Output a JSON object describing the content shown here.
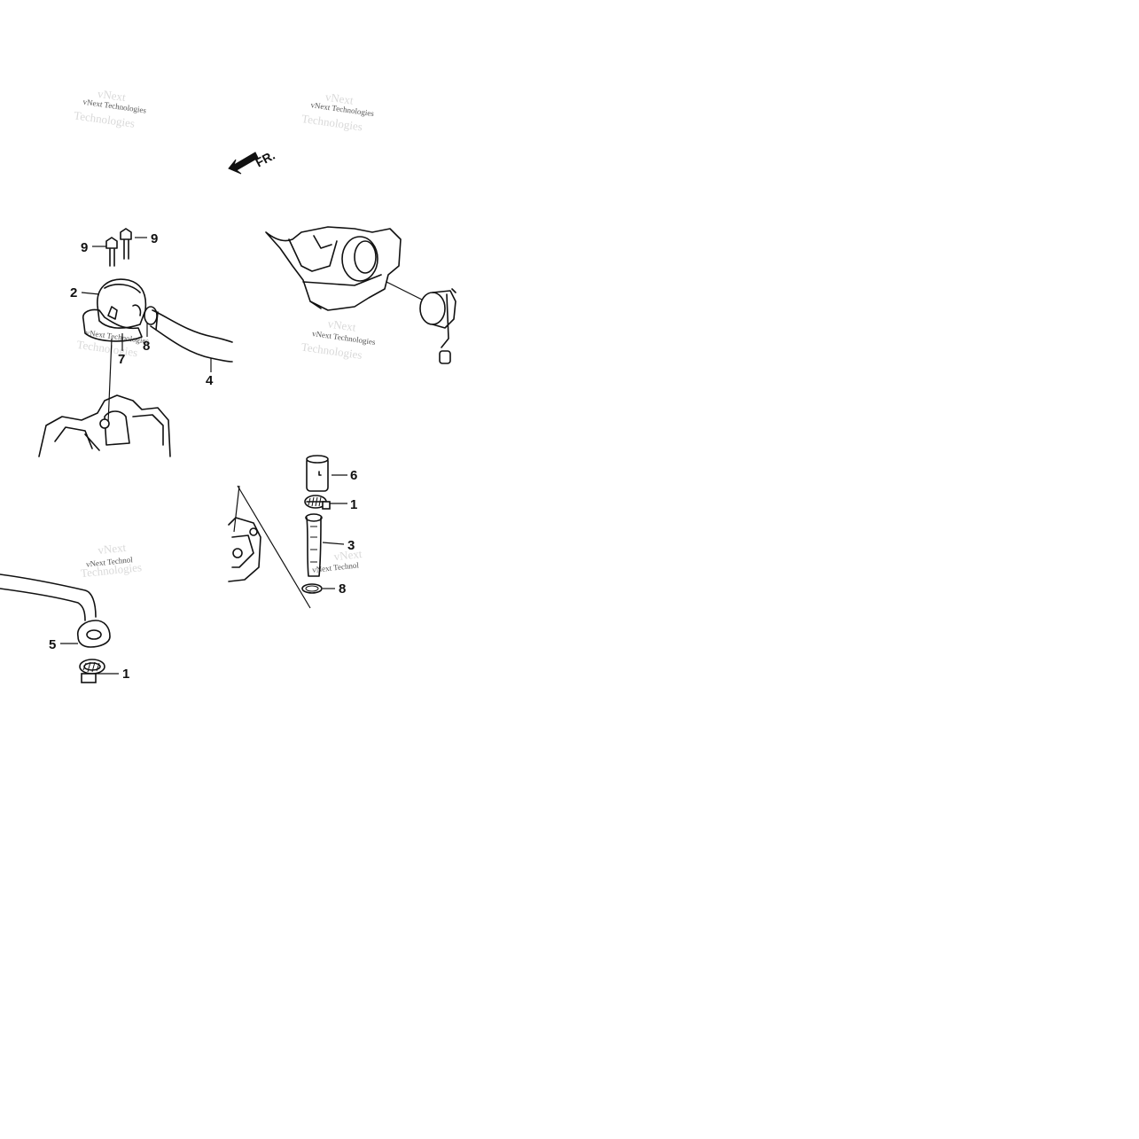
{
  "watermark": {
    "text": "vNext Technologies",
    "text_truncated": "vNext Technol",
    "shadow_word_1": "vNext",
    "shadow_word_2": "Technologies"
  },
  "direction_arrow": {
    "label": "FR."
  },
  "callouts": {
    "top_left_bolt_left": "9",
    "top_left_bolt_right": "9",
    "cover": "2",
    "o_ring_top": "8",
    "gasket": "7",
    "hose_long": "4",
    "pipe_top": "6",
    "clamp_mid": "1",
    "hose_short": "3",
    "o_ring_bottom": "8",
    "bracket": "5",
    "clamp_bottom": "1"
  },
  "colors": {
    "ink": "#111111",
    "watermark": "#555555",
    "background": "#ffffff"
  }
}
